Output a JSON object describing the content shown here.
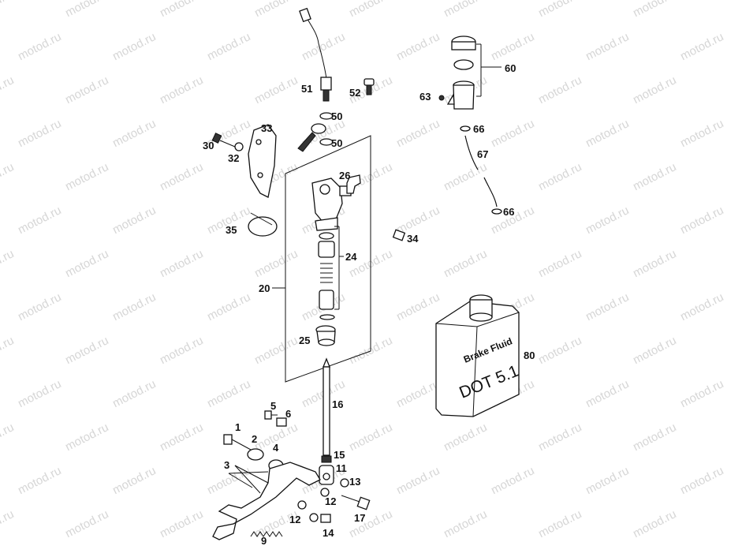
{
  "watermark": "motod.ru",
  "callouts": {
    "n2": "2",
    "n3": "3",
    "n4": "4",
    "n5": "5",
    "n6": "6",
    "n9": "9",
    "n11": "11",
    "n12a": "12",
    "n12b": "12",
    "n13": "13",
    "n14": "14",
    "n15": "15",
    "n16": "16",
    "n17": "17",
    "n1": "1",
    "n20": "20",
    "n24": "24",
    "n25": "25",
    "n26": "26",
    "n30": "30",
    "n32": "32",
    "n33": "33",
    "n34": "34",
    "n35": "35",
    "n50a": "50",
    "n50b": "50",
    "n51": "51",
    "n52": "52",
    "n60": "60",
    "n63": "63",
    "n66a": "66",
    "n66b": "66",
    "n67": "67",
    "n80": "80"
  },
  "jug": {
    "label_line1": "Brake Fluid",
    "label_line2": "DOT 5.1"
  }
}
